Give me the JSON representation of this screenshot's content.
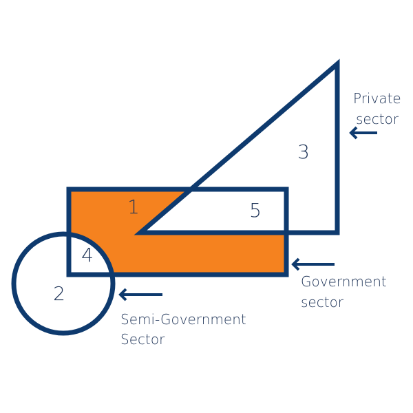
{
  "colors": {
    "outline": "#0e3a6e",
    "fill": "#f5821f",
    "text": "#1f3458"
  },
  "regions": {
    "r1": "1",
    "r2": "2",
    "r3": "3",
    "r4": "4",
    "r5": "5"
  },
  "labels": {
    "private": [
      "Private",
      "sector"
    ],
    "government": [
      "Government",
      "sector"
    ],
    "semi": [
      "Semi-Government",
      "Sector"
    ]
  }
}
